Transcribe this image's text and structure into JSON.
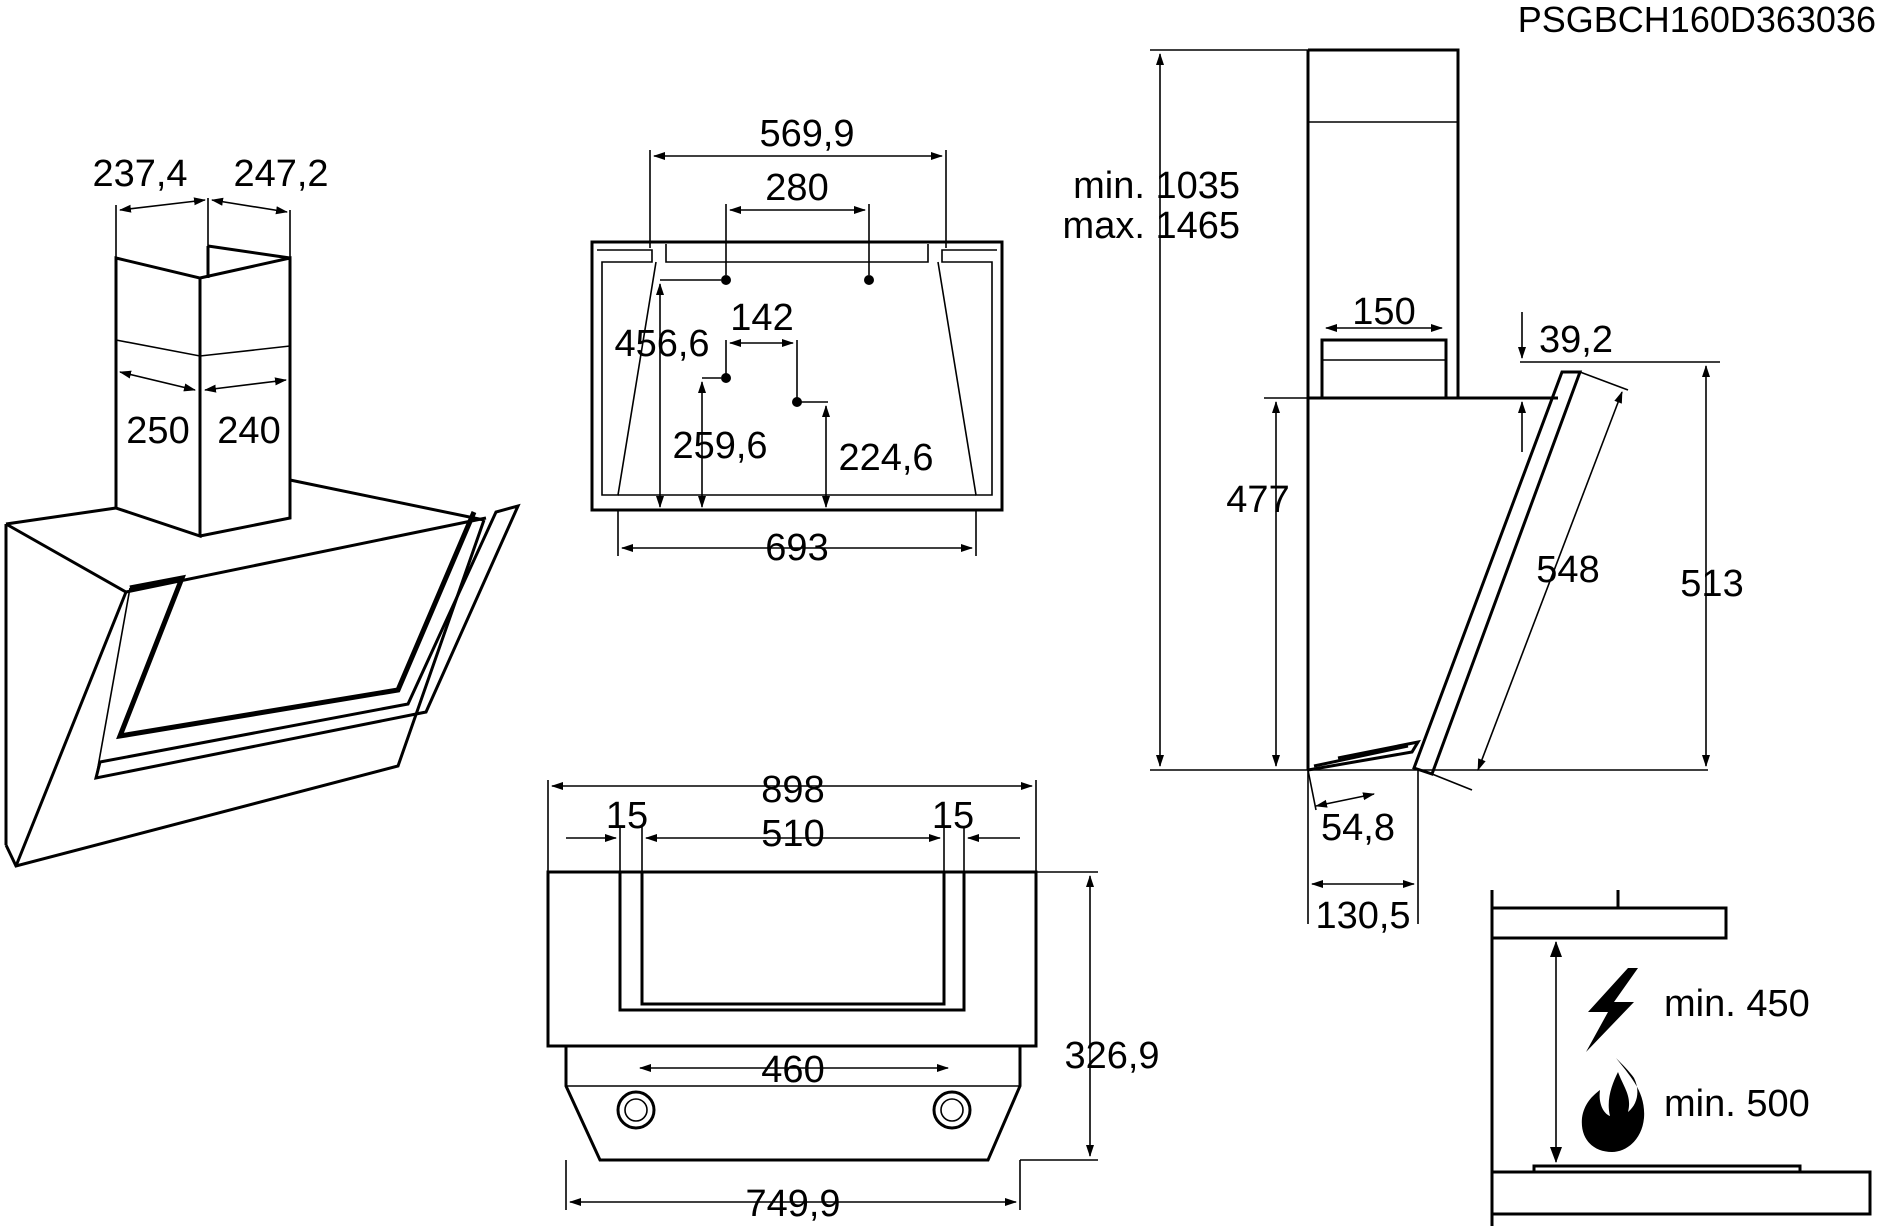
{
  "product_code": "PSGBCH160D363036",
  "perspective_view": {
    "chimney_top_left": "237,4",
    "chimney_top_right": "247,2",
    "chimney_width_left": "250",
    "chimney_width_right": "240"
  },
  "wall_bracket_view": {
    "overall_top": "569,9",
    "hole_spacing": "280",
    "offset_142": "142",
    "height_456": "456,6",
    "height_259": "259,6",
    "height_224": "224,6",
    "bottom_width": "693"
  },
  "side_view": {
    "chimney_height_min": "min. 1035",
    "chimney_height_max": "max. 1465",
    "outlet_width": "150",
    "offset_39": "39,2",
    "body_height": "477",
    "glass_length": "548",
    "total_height": "513",
    "depth_bottom": "54,8",
    "depth_total": "130,5"
  },
  "front_view": {
    "overall_width": "898",
    "margin_left": "15",
    "inner_width": "510",
    "margin_right": "15",
    "filter_spacing": "460",
    "height": "326,9",
    "bottom_width": "749,9"
  },
  "installation_height": {
    "electric": "min. 450",
    "gas": "min. 500",
    "electric_symbol": "lightning-icon",
    "gas_symbol": "flame-icon"
  }
}
